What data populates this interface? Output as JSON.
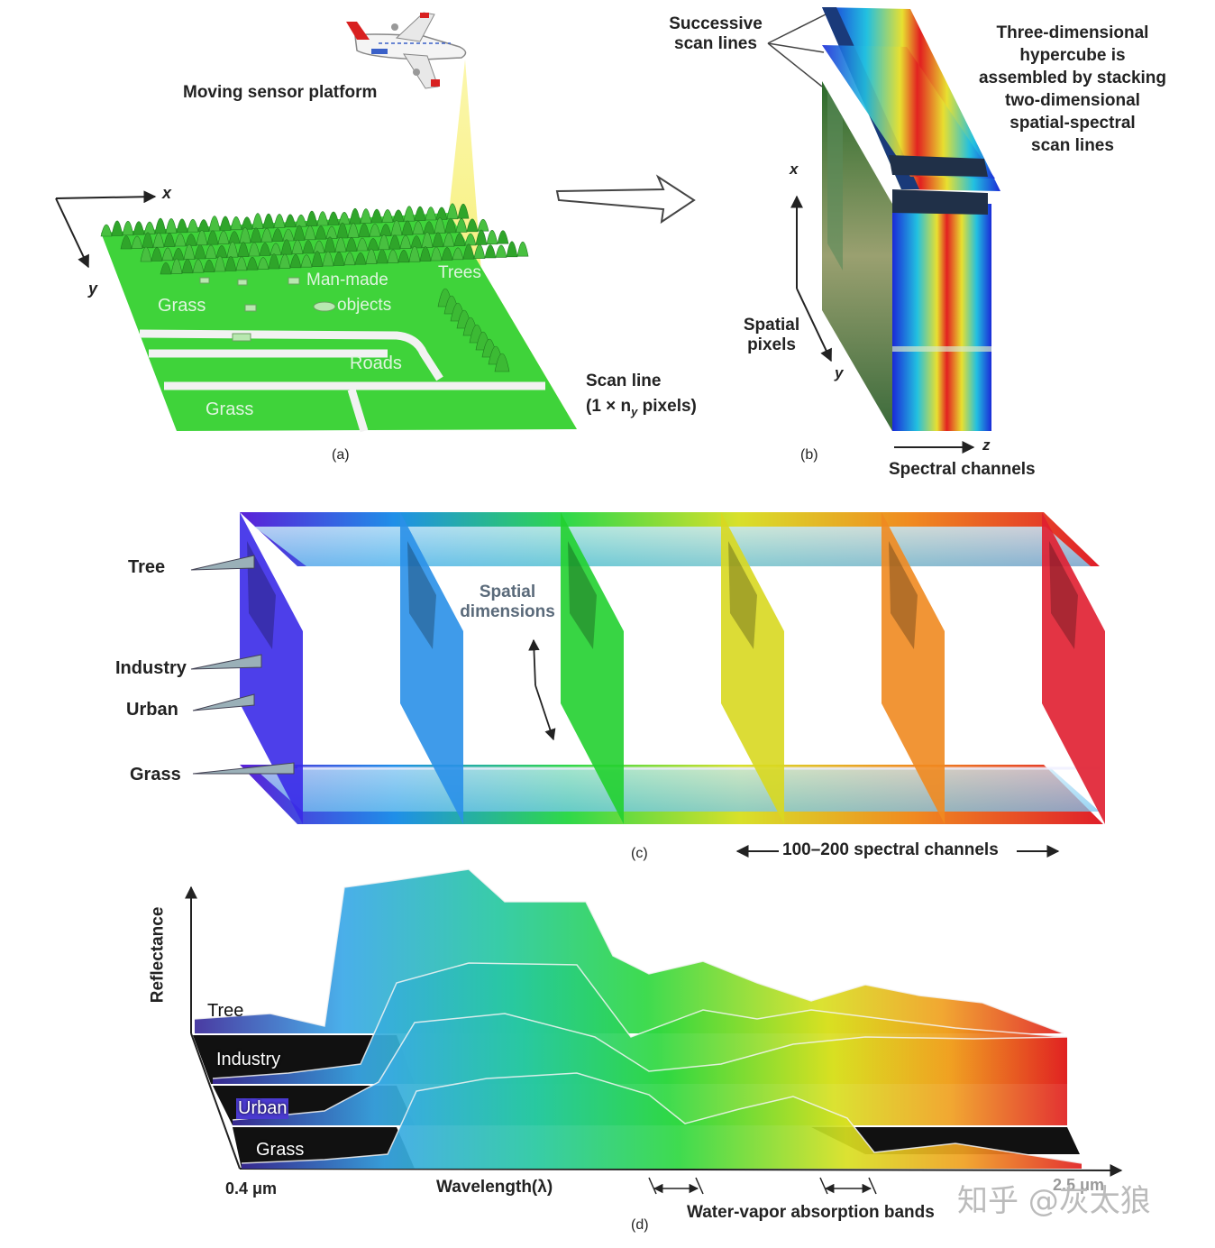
{
  "panel_a": {
    "platform_label": "Moving sensor platform",
    "axis_x": "x",
    "axis_y": "y",
    "grass_1": "Grass",
    "grass_2": "Grass",
    "man_made_1": "Man-made",
    "man_made_2": "objects",
    "trees": "Trees",
    "roads": "Roads",
    "scan_line_1": "Scan line",
    "scan_line_2": "(1 × n",
    "scan_line_sub": "y",
    "scan_line_3": " pixels)",
    "caption": "(a)"
  },
  "panel_b": {
    "successive_1": "Successive",
    "successive_2": "scan lines",
    "hypercube_lines": [
      "Three-dimensional",
      "hypercube is",
      "assembled by stacking",
      "two-dimensional",
      "spatial-spectral",
      "scan lines"
    ],
    "axis_x": "x",
    "axis_y": "y",
    "axis_z": "z",
    "spatial_1": "Spatial",
    "spatial_2": "pixels",
    "spectral": "Spectral channels",
    "caption": "(b)"
  },
  "panel_c": {
    "tree": "Tree",
    "industry": "Industry",
    "urban": "Urban",
    "grass": "Grass",
    "spatial_1": "Spatial",
    "spatial_2": "dimensions",
    "channels": "100–200 spectral channels",
    "caption": "(c)"
  },
  "panel_d": {
    "ylabel": "Reflectance",
    "tree": "Tree",
    "industry": "Industry",
    "urban": "Urban",
    "grass": "Grass",
    "xstart": "0.4 μm",
    "xlabel": "Wavelength(λ)",
    "xend": "2.5 μm",
    "water": "Water-vapor absorption bands",
    "caption": "(d)"
  },
  "watermark": "知乎 @灰太狼",
  "colors": {
    "grass": "#3fd33a",
    "road": "#f0f0f0",
    "tree": "#2fa52a",
    "scan_beam": "#f6f07a",
    "cube_blue": "#2230d8",
    "cube_red": "#e02020"
  }
}
